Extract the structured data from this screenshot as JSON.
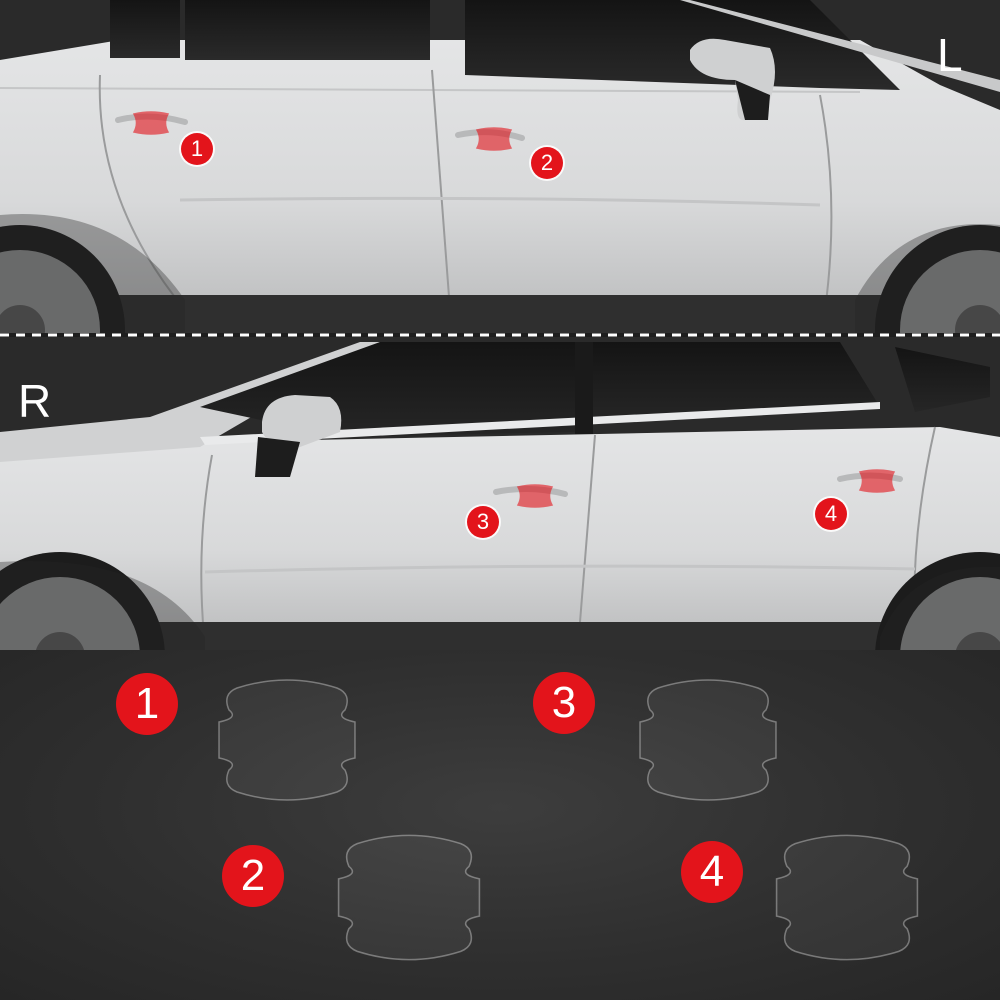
{
  "image": {
    "description_label_left": "L",
    "description_label_right": "R"
  },
  "markers": {
    "top": [
      "1",
      "2"
    ],
    "middle": [
      "3",
      "4"
    ]
  },
  "stickers": [
    {
      "number": "1"
    },
    {
      "number": "2"
    },
    {
      "number": "3"
    },
    {
      "number": "4"
    }
  ],
  "colors": {
    "badge_red": "#e3141b",
    "car_body": "#d9dadb",
    "background": "#2b2b2b"
  }
}
